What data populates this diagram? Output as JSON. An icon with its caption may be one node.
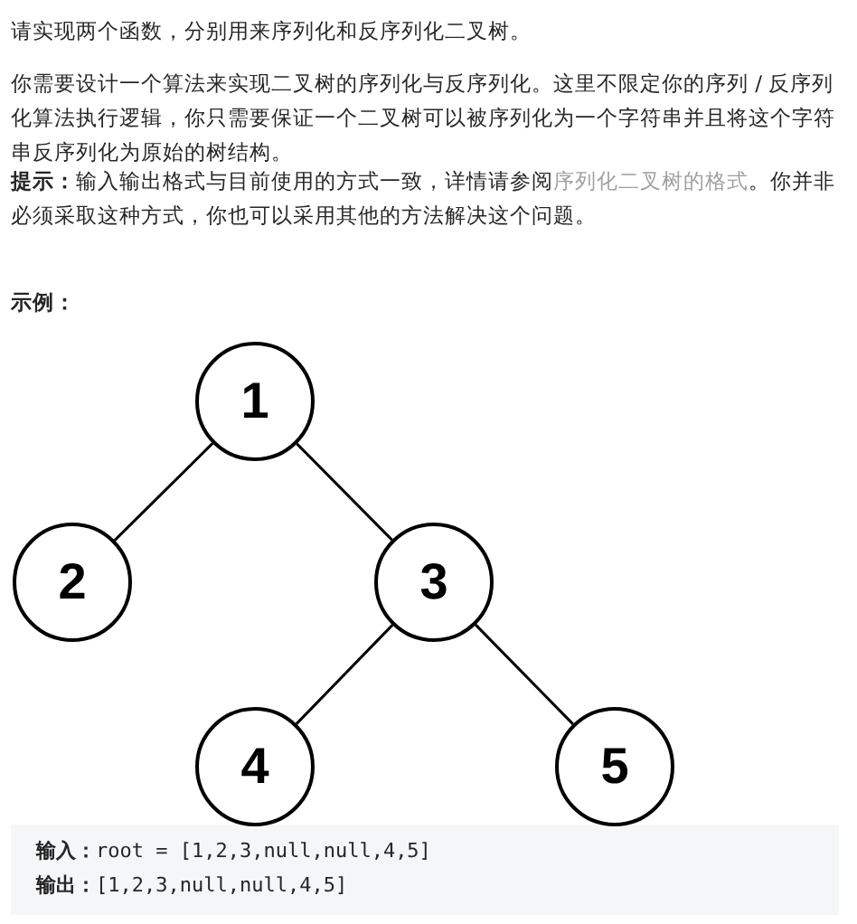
{
  "diagram": {
    "nodes": [
      {
        "text": [
          "1"
        ]
      },
      {
        "text": [
          "2"
        ]
      },
      {
        "text": [
          "3"
        ]
      },
      {
        "text": [
          "4"
        ]
      },
      {
        "text": [
          "5"
        ]
      }
    ],
    "edges": [
      {
        "from": 0,
        "to": 1,
        "arrow": "none"
      },
      {
        "from": 0,
        "to": 2,
        "arrow": "none"
      },
      {
        "from": 2,
        "to": 3,
        "arrow": "none"
      },
      {
        "from": 2,
        "to": 4,
        "arrow": "none"
      }
    ],
    "labels": [
      "请实现两个函数，分别用来序列化和反序列化二叉树。",
      "你需要设计一个算法来实现二叉树的序列化与反序列化。这里不限定你的序列 / 反序列化算法执行逻辑，你只需要保证一个二叉树可以被序列化为一个字符串并且将这个字符串反序列化为原始的树结构。",
      "提示：",
      "输入输出格式与目前使用的方式一致，详情请参阅",
      "序列化二叉树的格式",
      "。你并非必须采取这种方式，你也可以采用其他的方法解决这个问题。",
      "示例：",
      "**输入：**root = [1,2,3,null,null,4,5]",
      "**输出：**[1,2,3,null,null,4,5]"
    ]
  }
}
